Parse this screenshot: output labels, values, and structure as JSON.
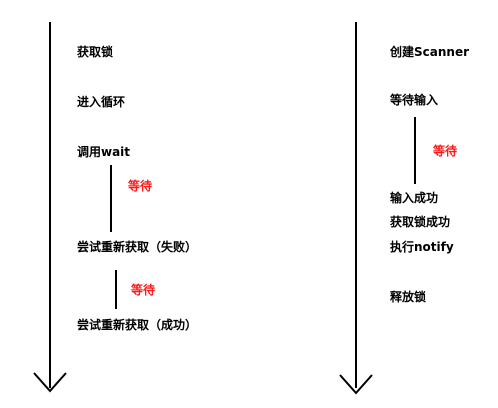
{
  "colors": {
    "line": "#000000",
    "text": "#000000",
    "wait": "#ff1a1a"
  },
  "left_thread": {
    "steps": [
      "获取锁",
      "进入循环",
      "调用wait",
      "尝试重新获取（失败）",
      "尝试重新获取（成功）"
    ],
    "wait_labels": [
      "等待",
      "等待"
    ]
  },
  "right_thread": {
    "steps": [
      "创建Scanner",
      "等待输入",
      "输入成功",
      "获取锁成功",
      "执行notify",
      "释放锁"
    ],
    "wait_labels": [
      "等待"
    ]
  }
}
